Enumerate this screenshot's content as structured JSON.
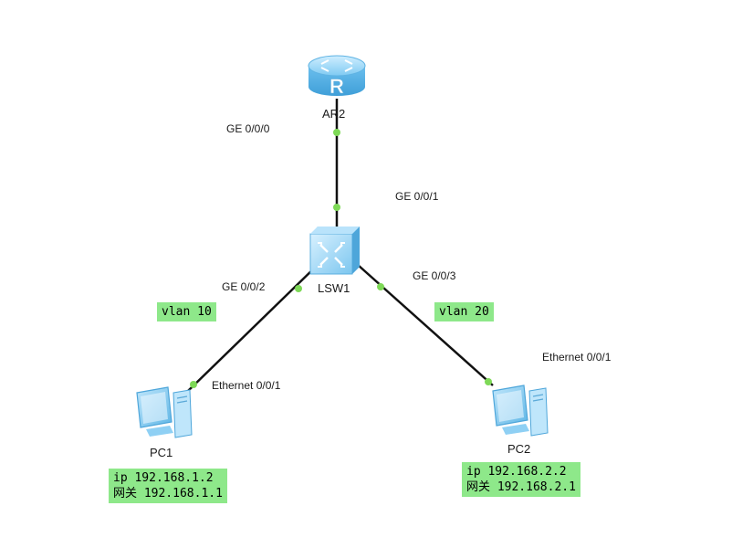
{
  "nodes": {
    "router": {
      "label": "AR2"
    },
    "switch": {
      "label": "LSW1"
    },
    "pc1": {
      "label": "PC1"
    },
    "pc2": {
      "label": "PC2"
    }
  },
  "ports": {
    "ar2_port": "GE 0/0/0",
    "sw_uplink": "GE 0/0/1",
    "sw_pc1": "GE 0/0/2",
    "sw_pc2": "GE 0/0/3",
    "pc1_port": "Ethernet 0/0/1",
    "pc2_port": "Ethernet 0/0/1"
  },
  "vlans": {
    "left": "vlan 10",
    "right": "vlan 20"
  },
  "pc1_config": {
    "ip_line": "ip 192.168.1.2",
    "gateway_line": "网关 192.168.1.1"
  },
  "pc2_config": {
    "ip_line": "ip 192.168.2.2",
    "gateway_line": "网关 192.168.2.1"
  },
  "colors": {
    "link": "#111111",
    "port_dot": "#7ed957",
    "tag_bg": "#8ee88a",
    "device_blue": "#6ec3f0"
  },
  "icons": {
    "router": "router-icon",
    "switch": "switch-icon",
    "pc": "pc-icon"
  }
}
